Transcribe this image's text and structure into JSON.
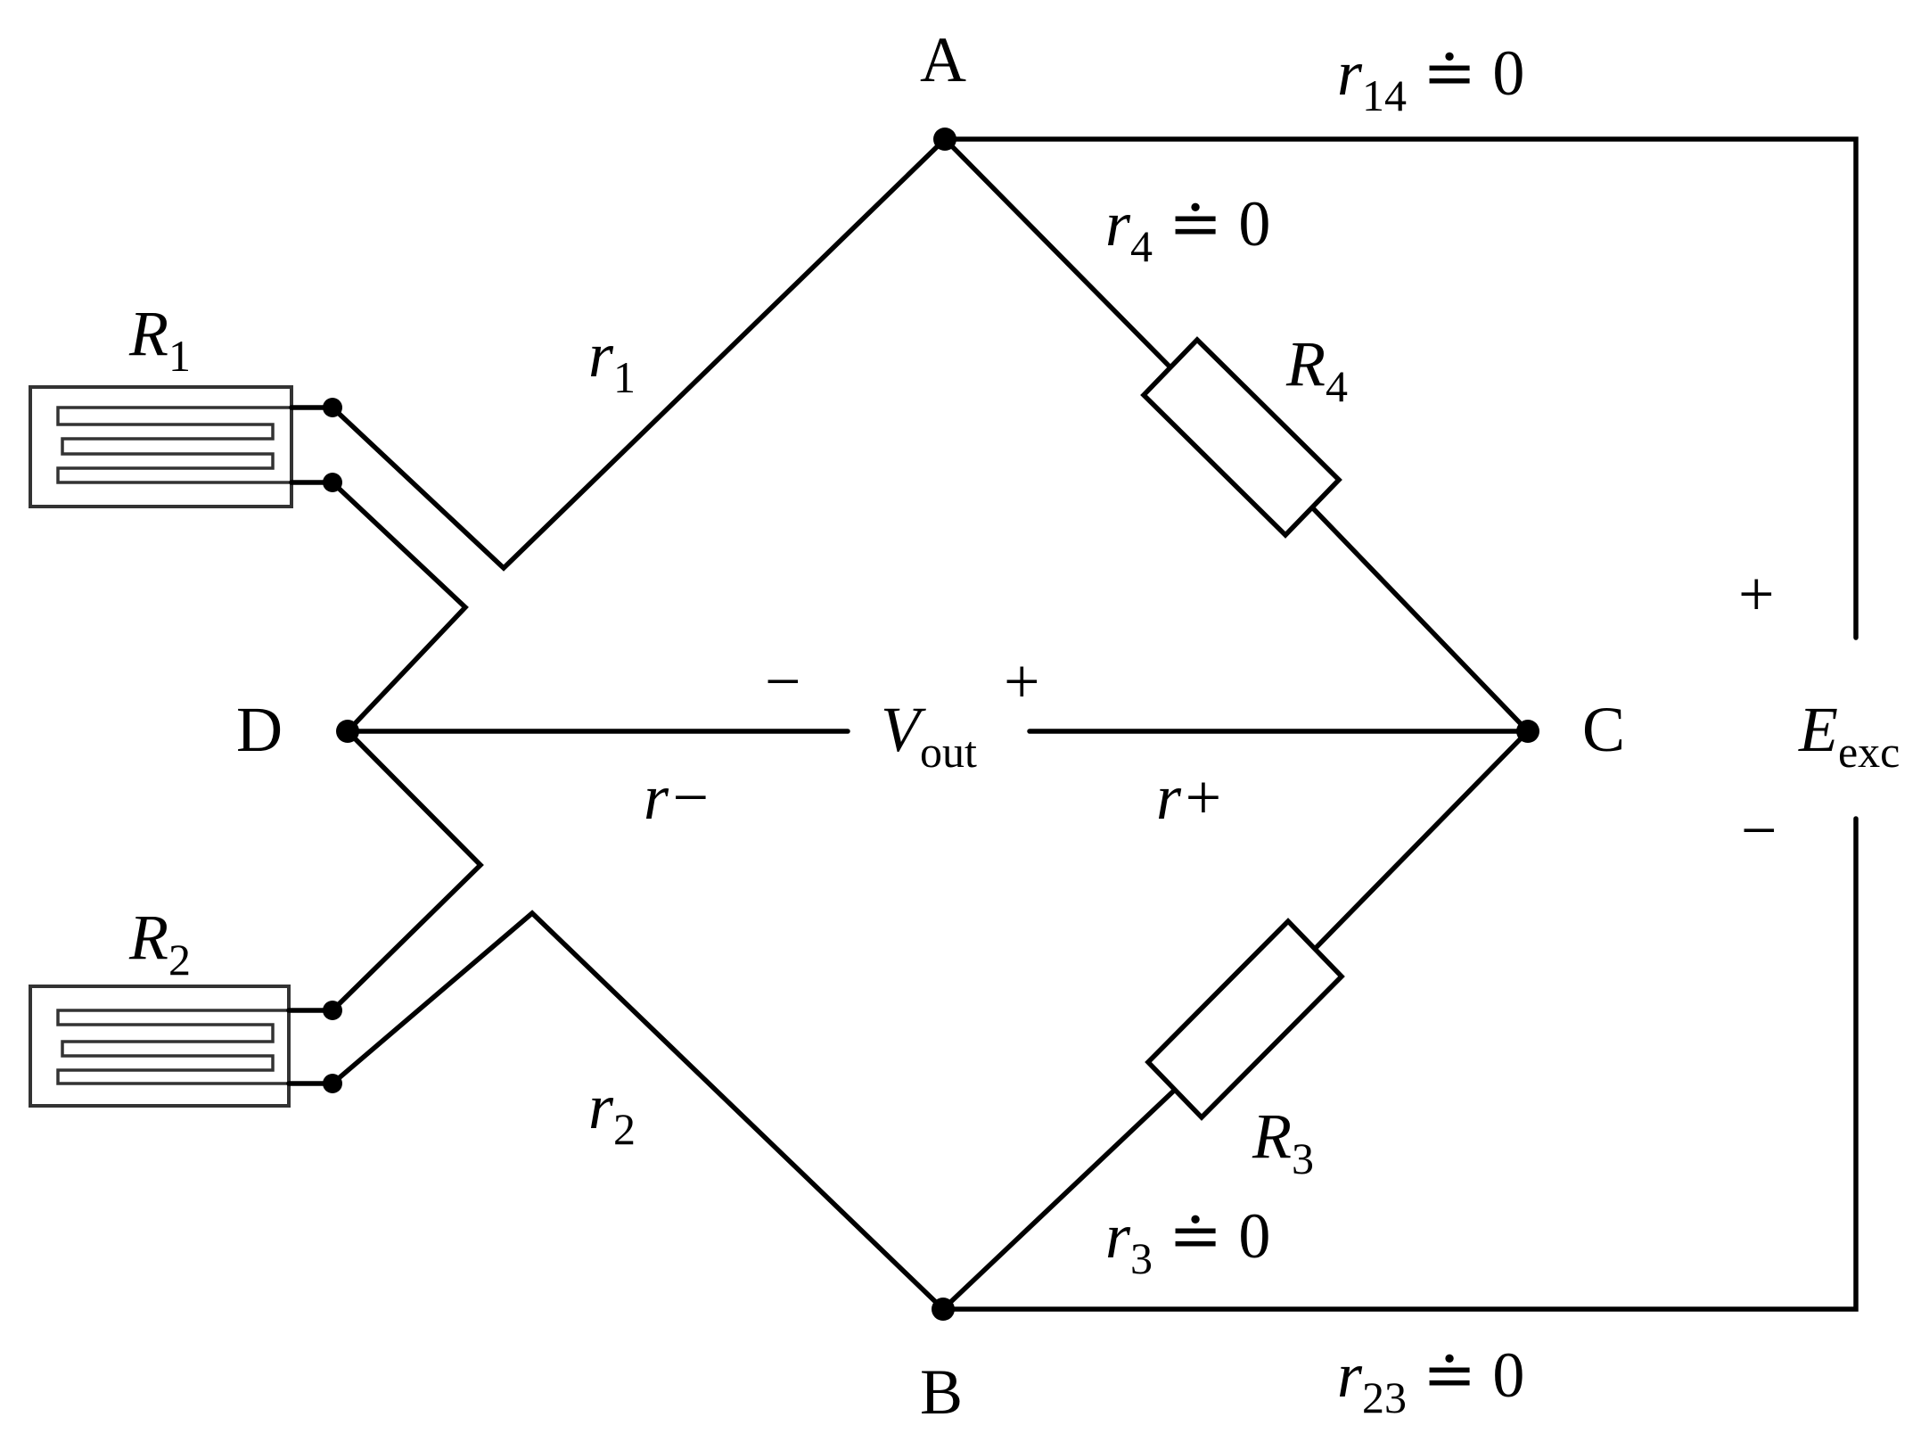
{
  "nodes": {
    "A": "A",
    "B": "B",
    "C": "C",
    "D": "D"
  },
  "labels": {
    "r14": {
      "base": "r",
      "sub": "14",
      "rel": " ≐ 0"
    },
    "r4": {
      "base": "r",
      "sub": "4",
      "rel": " ≐ 0"
    },
    "r1": {
      "base": "r",
      "sub": "1"
    },
    "R1": {
      "base": "R",
      "sub": "1"
    },
    "R4": {
      "base": "R",
      "sub": "4"
    },
    "R2": {
      "base": "R",
      "sub": "2"
    },
    "R3": {
      "base": "R",
      "sub": "3"
    },
    "r2": {
      "base": "r",
      "sub": "2"
    },
    "r3": {
      "base": "r",
      "sub": "3",
      "rel": " ≐ 0"
    },
    "r23": {
      "base": "r",
      "sub": "23",
      "rel": " ≐ 0"
    },
    "rminus": "r−",
    "rplus": "r+",
    "vout": {
      "base": "V",
      "sub": "out"
    },
    "eexc": {
      "base": "E",
      "sub": "exc"
    }
  },
  "polarity": {
    "vout_minus": "−",
    "vout_plus": "+",
    "exc_plus": "+",
    "exc_minus": "−"
  }
}
